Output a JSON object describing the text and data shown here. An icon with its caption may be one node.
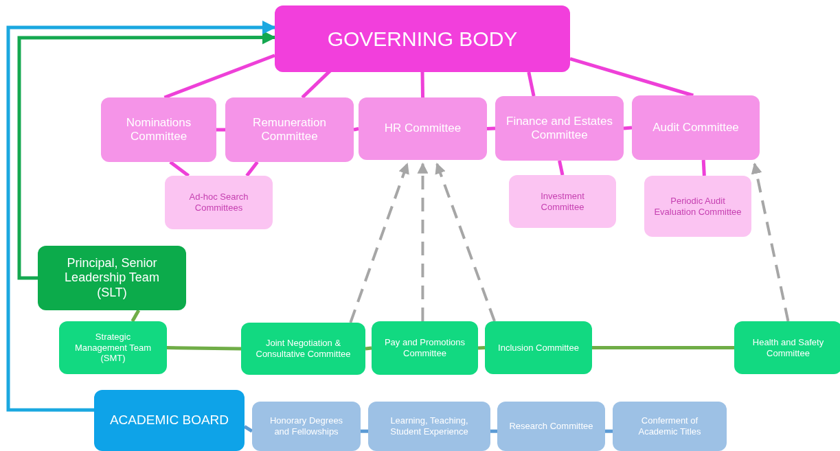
{
  "diagram": {
    "nodes": [
      {
        "text": [
          "GOVERNING BODY"
        ]
      },
      {
        "text": [
          "Nominations Committee"
        ]
      },
      {
        "text": [
          "Remuneration Committee"
        ]
      },
      {
        "text": [
          "HR Committee"
        ]
      },
      {
        "text": [
          "Finance and Estates Committee"
        ]
      },
      {
        "text": [
          "Audit Committee"
        ]
      },
      {
        "text": [
          "Ad-hoc Search Committees"
        ]
      },
      {
        "text": [
          "Investment Committee"
        ]
      },
      {
        "text": [
          "Periodic Audit Evaluation Committee"
        ]
      },
      {
        "text": [
          "Principal, Senior Leadership Team (SLT)"
        ]
      },
      {
        "text": [
          "Strategic Management Team (SMT)"
        ]
      },
      {
        "text": [
          "Joint Negotiation & Consultative Committee"
        ]
      },
      {
        "text": [
          "Pay and Promotions Committee"
        ]
      },
      {
        "text": [
          "Inclusion Committee"
        ]
      },
      {
        "text": [
          "Health and Safety Committee"
        ]
      },
      {
        "text": [
          "ACADEMIC BOARD"
        ]
      },
      {
        "text": [
          "Honorary Degrees and Fellowships"
        ]
      },
      {
        "text": [
          "Learning, Teaching, Student Experience"
        ]
      },
      {
        "text": [
          "Research Committee"
        ]
      },
      {
        "text": [
          "Conferment of Academic Titles"
        ]
      }
    ],
    "edges": [
      {
        "from": 0,
        "to": 1,
        "arrow": "none",
        "color": "#ee40d8"
      },
      {
        "from": 0,
        "to": 2,
        "arrow": "none",
        "color": "#ee40d8"
      },
      {
        "from": 0,
        "to": 3,
        "arrow": "none",
        "color": "#ee40d8"
      },
      {
        "from": 0,
        "to": 4,
        "arrow": "none",
        "color": "#ee40d8"
      },
      {
        "from": 0,
        "to": 5,
        "arrow": "none",
        "color": "#ee40d8"
      },
      {
        "from": 1,
        "to": 2,
        "arrow": "none",
        "color": "#ee40d8"
      },
      {
        "from": 2,
        "to": 3,
        "arrow": "none",
        "color": "#ee40d8"
      },
      {
        "from": 3,
        "to": 4,
        "arrow": "none",
        "color": "#ee40d8"
      },
      {
        "from": 4,
        "to": 5,
        "arrow": "none",
        "color": "#ee40d8"
      },
      {
        "from": 1,
        "to": 6,
        "arrow": "none",
        "color": "#ee40d8"
      },
      {
        "from": 2,
        "to": 6,
        "arrow": "none",
        "color": "#ee40d8"
      },
      {
        "from": 4,
        "to": 7,
        "arrow": "none",
        "color": "#ee40d8"
      },
      {
        "from": 5,
        "to": 8,
        "arrow": "none",
        "color": "#ee40d8"
      },
      {
        "from": 9,
        "to": 0,
        "arrow": "to",
        "color": "#14a850"
      },
      {
        "from": 15,
        "to": 0,
        "arrow": "to",
        "color": "#1ba8e0"
      },
      {
        "from": 9,
        "to": 10,
        "arrow": "none",
        "color": "#70ad47"
      },
      {
        "from": 10,
        "to": 11,
        "arrow": "none",
        "color": "#70ad47"
      },
      {
        "from": 11,
        "to": 12,
        "arrow": "none",
        "color": "#70ad47"
      },
      {
        "from": 12,
        "to": 13,
        "arrow": "none",
        "color": "#70ad47"
      },
      {
        "from": 13,
        "to": 14,
        "arrow": "none",
        "color": "#70ad47"
      },
      {
        "from": 11,
        "to": 3,
        "arrow": "to",
        "style": "dashed",
        "color": "#a6a6a6"
      },
      {
        "from": 12,
        "to": 3,
        "arrow": "to",
        "style": "dashed",
        "color": "#a6a6a6"
      },
      {
        "from": 13,
        "to": 3,
        "arrow": "to",
        "style": "dashed",
        "color": "#a6a6a6"
      },
      {
        "from": 14,
        "to": 5,
        "arrow": "to",
        "style": "dashed",
        "color": "#a6a6a6"
      },
      {
        "from": 15,
        "to": 16,
        "arrow": "none",
        "color": "#5b9bd5"
      },
      {
        "from": 16,
        "to": 17,
        "arrow": "none",
        "color": "#5b9bd5"
      },
      {
        "from": 17,
        "to": 18,
        "arrow": "none",
        "color": "#5b9bd5"
      },
      {
        "from": 18,
        "to": 19,
        "arrow": "none",
        "color": "#5b9bd5"
      }
    ]
  }
}
